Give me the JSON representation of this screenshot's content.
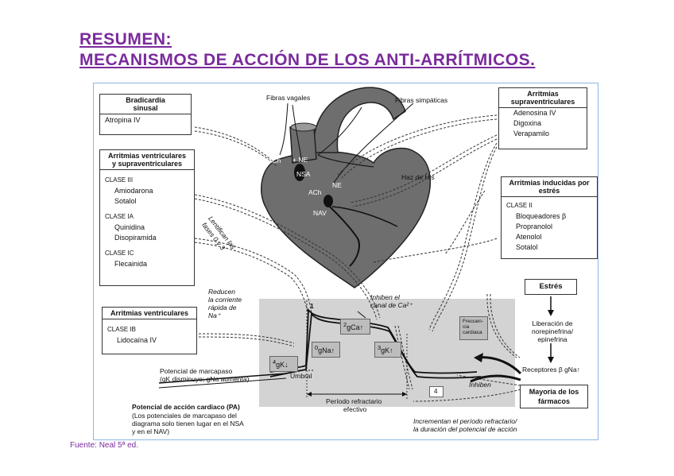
{
  "title": {
    "line1": "RESUMEN:",
    "line2": "MECANISMOS DE ACCIÓN DE LOS ANTI-ARRÍTMICOS."
  },
  "source": "Fuente: Neal 5ª ed.",
  "boxes": {
    "bradicardia": {
      "title_1": "Bradicardia",
      "title_2": "sinusal",
      "drug": "Atropina IV"
    },
    "ventriculares_supra": {
      "title_1": "Arritmias ventriculares",
      "title_2": "y supraventriculares",
      "clase3": "CLASE III",
      "amiodarona": "Amiodarona",
      "sotalol": "Sotalol",
      "clase1a": "CLASE IA",
      "quinidina": "Quinidina",
      "disopiramida": "Disopiramida",
      "clase1c": "CLASE IC",
      "flecainida": "Flecainida"
    },
    "ventriculares": {
      "title": "Arritmias ventriculares",
      "clase": "CLASE IB",
      "drug": "Lidocaína IV"
    },
    "supraventriculares": {
      "title_1": "Arritmias",
      "title_2": "supraventriculares",
      "d1": "Adenosina IV",
      "d2": "Digoxina",
      "d3": "Verapamilo"
    },
    "estres_arr": {
      "title_1": "Arritmias inducidas por",
      "title_2": "estrés",
      "clase": "CLASE II",
      "d1": "Bloqueadores β",
      "d2": "Propranolol",
      "d3": "Atenolol",
      "d4": "Sotalol"
    },
    "estres": "Estrés",
    "mayoria_1": "Mayoría de los",
    "mayoria_2": "fármacos"
  },
  "labels": {
    "fibras_vagales": "Fibras vagales",
    "fibras_simpaticas": "Fibras simpáticas",
    "haz_his": "Haz de His",
    "ach1": "ACh",
    "ne1": "+ NE",
    "nsa": "NSA",
    "ne2": "NE",
    "ach2": "ACh",
    "nav": "NAV",
    "lentifican_1": "Lentifican las",
    "lentifican_2": "fases 0 y 3",
    "reducen_1": "Reducen",
    "reducen_2": "la corriente",
    "reducen_3": "rápida de",
    "reducen_4": "Na⁺",
    "inhiben_ca_1": "Inhiben el",
    "inhiben_ca_2": "canal de Ca²⁺",
    "liberacion_1": "Liberación de",
    "liberacion_2": "norepinefrina/",
    "liberacion_3": "epinefrina",
    "receptores": "Receptores β  gNa↑",
    "inhiben": "Inhiben",
    "frecuencia_1": "Frecuen-",
    "frecuencia_2": "cia",
    "frecuencia_3": "cardiaca",
    "marcapaso_1": "Potencial de marcapaso",
    "marcapaso_2": "(gK disminuye; gNa aumenta)",
    "umbral": "Umbral",
    "periodo_1": "Período refractario",
    "periodo_2": "efectivo",
    "incrementan_1": "Incrementan el período refractario/",
    "incrementan_2": "la duración del potencial de acción",
    "pa_title": "Potencial de acción cardiaco (PA)",
    "pa_1": "(Los potenciales de marcapaso del",
    "pa_2": "diagrama solo tienen lugar en el NSA",
    "pa_3": "y en el NAV)",
    "phase1": "1",
    "phase2": "2",
    "phase0": "0",
    "phase3": "3",
    "phase4": "4",
    "phase4b": "4",
    "ion_gca": "gCa↑",
    "ion_gna": "gNa↑",
    "ion_gk3": "gK↑",
    "ion_gk4": "gK↓"
  },
  "colors": {
    "title": "#7a2b9c",
    "frame": "#8cb8e6",
    "heart": "#6e6e6e",
    "ecg_bg": "#d3d3d3"
  }
}
